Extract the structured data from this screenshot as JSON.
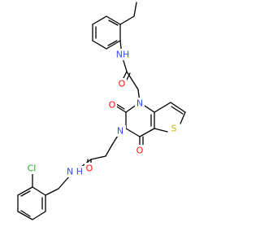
{
  "colors": {
    "bond": "#000000",
    "carbon_text": "#000000",
    "nitrogen": "#3050F8",
    "oxygen": "#FF0D0D",
    "sulfur": "#C8B400",
    "chlorine": "#1FAA1F",
    "background": "#FFFFFF"
  },
  "atoms": {
    "nh_top": {
      "text": "NH",
      "element": "N"
    },
    "o_amide_top": {
      "text": "O",
      "element": "O"
    },
    "n1": {
      "text": "N",
      "element": "N"
    },
    "o_c2": {
      "text": "O",
      "element": "O"
    },
    "n3": {
      "text": "N",
      "element": "N"
    },
    "o_c4": {
      "text": "O",
      "element": "O"
    },
    "s": {
      "text": "S",
      "element": "S"
    },
    "o_amide_bottom": {
      "text": "O",
      "element": "O"
    },
    "nh_bottom": {
      "text": "N H",
      "element": "N"
    },
    "cl": {
      "text": "Cl",
      "element": "Cl"
    }
  }
}
